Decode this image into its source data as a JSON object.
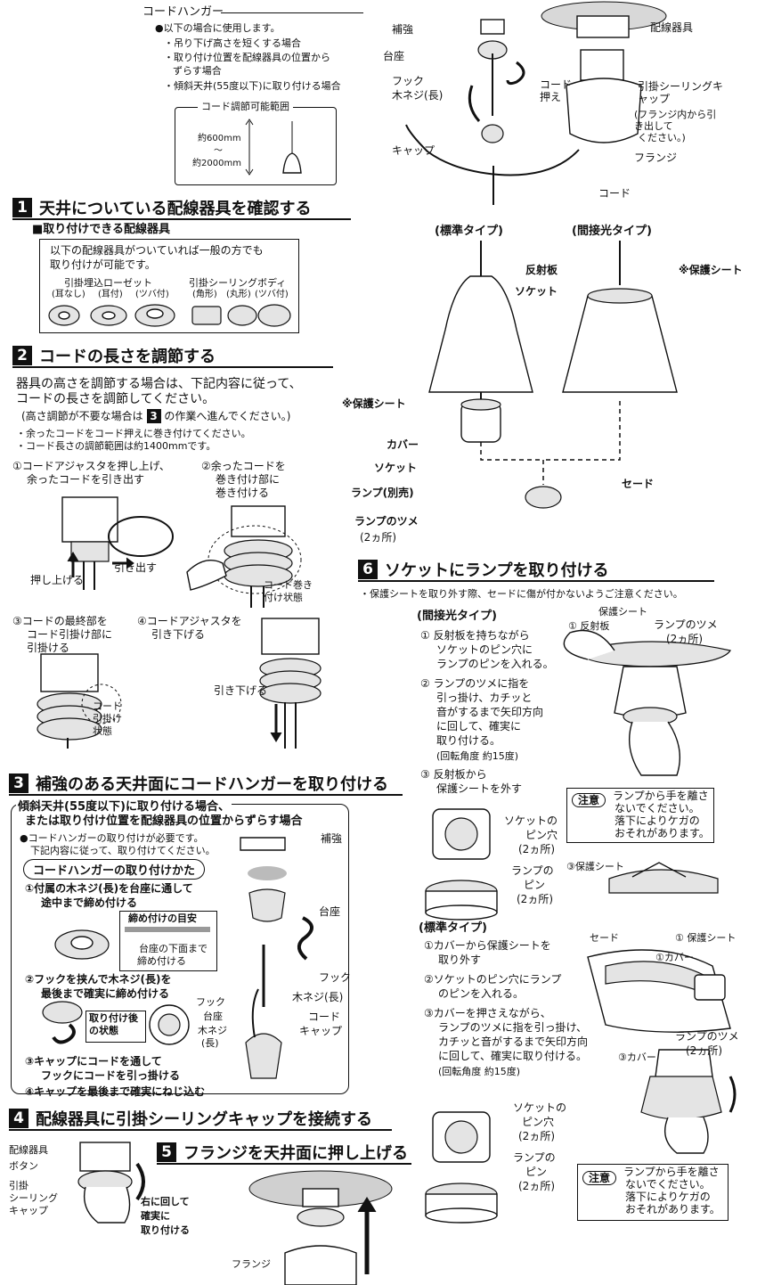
{
  "hanger_info": {
    "title": "コードハンガー",
    "intro": "●以下の場合に使用します。",
    "cases": [
      "・吊り下げ高さを短くする場合",
      "・取り付け位置を配線器具の位置から",
      "ずらす場合",
      "・傾斜天井(55度以下)に取り付ける場合"
    ],
    "range_title": "コード調節可能範囲",
    "range_top": "約600mm",
    "range_tilde": "〜",
    "range_bottom": "約2000mm"
  },
  "diagram_top": {
    "labels": [
      "補強",
      "台座",
      "フック",
      "木ネジ(長)",
      "キャップ",
      "配線器具",
      "コード押え",
      "引掛シーリングキャップ",
      "(フランジ内から引き出して",
      "ください。)",
      "フランジ",
      "コード"
    ]
  },
  "section1": {
    "num": "1",
    "title": "天井についている配線器具を確認する",
    "subhead": "■取り付けできる配線器具",
    "box_text": [
      "以下の配線器具がついていれば一般の方でも",
      "取り付けが可能です。"
    ],
    "group1": "引掛埋込ローゼット",
    "group1_types": [
      "(耳なし)",
      "(耳付)",
      "(ツバ付)"
    ],
    "group2": "引掛シーリングボディ",
    "group2_types": [
      "(角形)",
      "(丸形)",
      "(ツバ付)"
    ]
  },
  "section2": {
    "num": "2",
    "title": "コードの長さを調節する",
    "body": [
      "器具の高さを調節する場合は、下記内容に従って、",
      "コードの長さを調節してください。"
    ],
    "note_pre": "(高さ調節が不要な場合は",
    "note_num": "3",
    "note_post": "の作業へ進んでください。)",
    "bullets": [
      "・余ったコードをコード押えに巻き付けてください。",
      "・コード長さの調節範囲は約1400mmです。"
    ],
    "step1": [
      "①コードアジャスタを押し上げ、",
      "余ったコードを引き出す"
    ],
    "step2": [
      "②余ったコードを",
      "巻き付け部に",
      "巻き付ける"
    ],
    "step3": [
      "③コードの最終部を",
      "コード引掛け部に",
      "引掛ける"
    ],
    "step4": [
      "④コードアジャスタを",
      "引き下げる"
    ],
    "labels": [
      "押し上げる",
      "引き出す",
      "コード巻き",
      "付け状態",
      "コード",
      "引掛け",
      "状態",
      "引き下げる"
    ]
  },
  "section3": {
    "num": "3",
    "title": "補強のある天井面にコードハンガーを取り付ける",
    "header_lines": [
      "傾斜天井(55度以下)に取り付ける場合、",
      "または取り付け位置を配線器具の位置からずらす場合"
    ],
    "note1": "●コードハンガーの取り付けが必要です。",
    "note2": "下記内容に従って、取り付けてください。",
    "pill": "コードハンガーの取り付けかた",
    "steps": [
      "①付属の木ネジ(長)を台座に通して",
      "途中まで締め付ける",
      "②フックを挟んで木ネジ(長)を",
      "最後まで確実に締め付ける",
      "③キャップにコードを通して",
      "フックにコードを引っ掛ける",
      "④キャップを最後まで確実にねじ込む"
    ],
    "guide_title": "締め付けの目安",
    "guide_text": [
      "台座の下面まで",
      "締め付ける"
    ],
    "after_title": [
      "取り付け後",
      "の状態"
    ],
    "labels": [
      "補強",
      "台座",
      "フック",
      "木ネジ(長)",
      "コード",
      "キャップ",
      "フック",
      "台座",
      "木ネジ",
      "(長)"
    ]
  },
  "section4": {
    "num": "4",
    "title": "配線器具に引掛シーリングキャップを接続する",
    "labels": [
      "配線器具",
      "ボタン",
      "引掛",
      "シーリング",
      "キャップ"
    ],
    "turn": [
      "右に回して",
      "確実に",
      "取り付ける"
    ]
  },
  "section5": {
    "num": "5",
    "title": "フランジを天井面に押し上げる",
    "label": "フランジ"
  },
  "lamp_diagram": {
    "standard": "(標準タイプ)",
    "indirect": "(間接光タイプ)",
    "labels": [
      "反射板",
      "※保護シート",
      "ソケット",
      "※保護シート",
      "カバー",
      "ソケット",
      "ランプ(別売)",
      "ランプのツメ",
      "(2ヵ所)",
      "セード"
    ]
  },
  "section6": {
    "num": "6",
    "title": "ソケットにランプを取り付ける",
    "note": "・保護シートを取り外す際、セードに傷が付かないようご注意ください。",
    "indirect_title": "(間接光タイプ)",
    "indirect_steps": [
      "① 反射板を持ちながら",
      "ソケットのピン穴に",
      "ランプのピンを入れる。",
      "② ランプのツメに指を",
      "引っ掛け、カチッと",
      "音がするまで矢印方向",
      "に回して、確実に",
      "取り付ける。",
      "(回転角度 約15度)",
      "③ 反射板から",
      "保護シートを外す"
    ],
    "indirect_labels": [
      "保護シート",
      "① 反射板",
      "ランプのツメ",
      "(2ヵ所)",
      "ソケットの",
      "ピン穴",
      "(2ヵ所)",
      "ランプの",
      "ピン",
      "(2ヵ所)",
      "③保護シート"
    ],
    "caution_badge": "注意",
    "caution_text": [
      "ランプから手を離さ",
      "ないでください。",
      "落下によりケガの",
      "おそれがあります。"
    ],
    "standard_title": "(標準タイプ)",
    "standard_steps": [
      "①カバーから保護シートを",
      "取り外す",
      "②ソケットのピン穴にランプ",
      "のピンを入れる。",
      "③カバーを押さえながら、",
      "ランプのツメに指を引っ掛け、",
      "カチッと音がするまで矢印方向",
      "に回して、確実に取り付ける。",
      "(回転角度 約15度)"
    ],
    "standard_labels": [
      "セード",
      "① 保護シート",
      "①カバー",
      "③カバー",
      "ランプのツメ",
      "(2ヵ所)"
    ]
  }
}
